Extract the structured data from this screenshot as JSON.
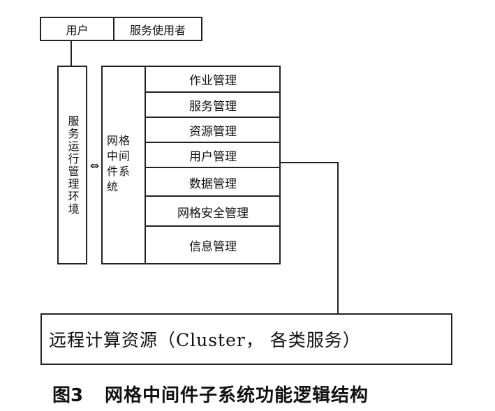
{
  "user_box": {
    "left_label": "用户",
    "right_label": "服务使用者"
  },
  "runtime_env": {
    "label": "服务运行管理环境"
  },
  "arrow_symbol": "⇔",
  "middleware": {
    "label": "网格中间件系统"
  },
  "modules": [
    "作业管理",
    "服务管理",
    "资源管理",
    "用户管理",
    "数据管理",
    "网格安全管理",
    "信息管理"
  ],
  "remote": {
    "label": "远程计算资源（Cluster， 各类服务）"
  },
  "caption": {
    "figure_no": "图3",
    "title": "网格中间件子系统功能逻辑结构"
  }
}
